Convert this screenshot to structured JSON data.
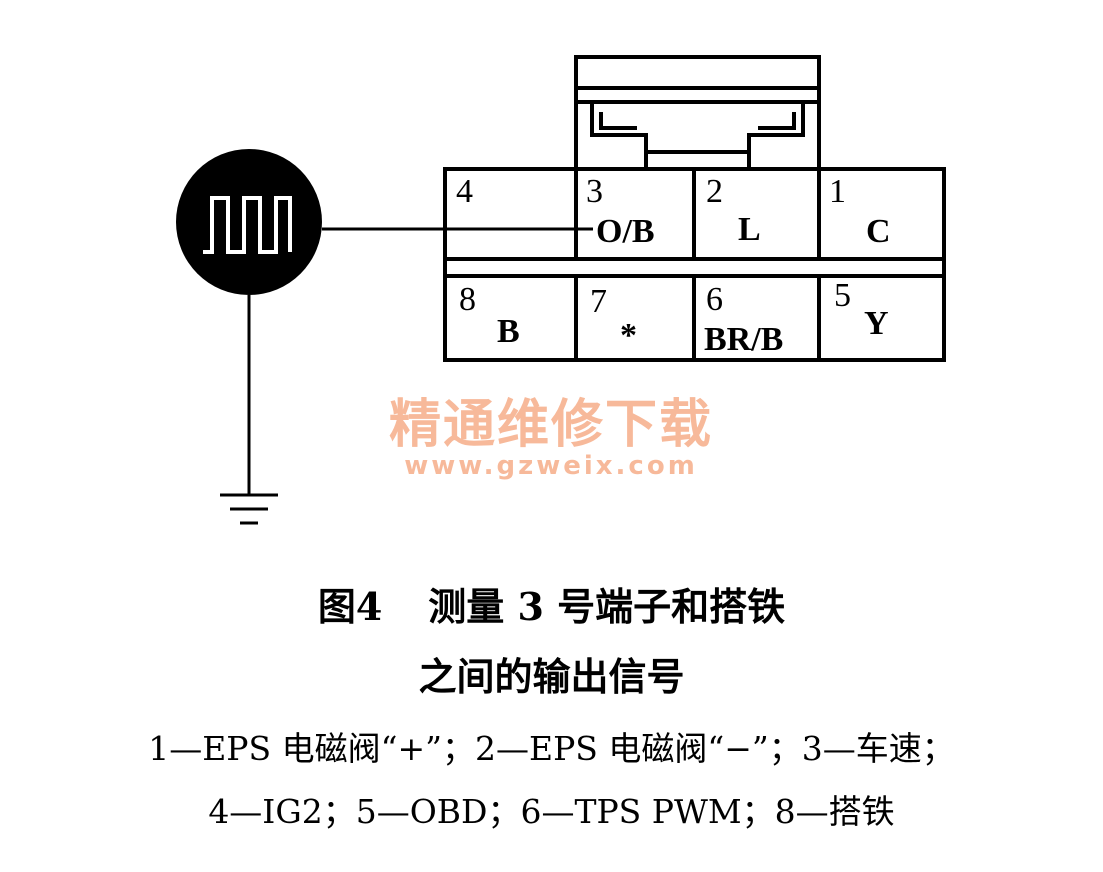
{
  "connector": {
    "pins": [
      {
        "number": "4",
        "wire": ""
      },
      {
        "number": "3",
        "wire": "O/B"
      },
      {
        "number": "2",
        "wire": "L"
      },
      {
        "number": "1",
        "wire": "C"
      },
      {
        "number": "8",
        "wire": "B"
      },
      {
        "number": "7",
        "wire": "*"
      },
      {
        "number": "6",
        "wire": "BR/B"
      },
      {
        "number": "5",
        "wire": "Y"
      }
    ]
  },
  "watermark": {
    "text": "精通维修下载",
    "url": "www.gzweix.com"
  },
  "caption": {
    "figure": "图4",
    "title": "测量 3 号端子和搭铁",
    "subtitle": "之间的输出信号"
  },
  "legend": {
    "line1": "1—EPS 电磁阀“+”；2—EPS 电磁阀“−”；3—车速；",
    "line2": "4—IG2；5—OBD；6—TPS PWM；8—搭铁"
  },
  "colors": {
    "ink": "#000000",
    "watermark": "#f7b99a",
    "background": "#ffffff"
  }
}
